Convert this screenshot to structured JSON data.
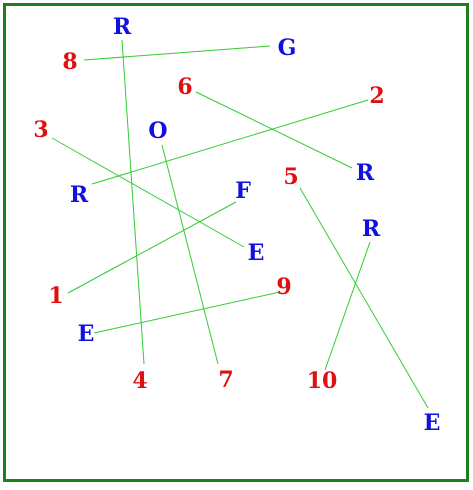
{
  "colors": {
    "frame": "#1f7f1f",
    "line": "#33cc33",
    "number": "#e01010",
    "letter": "#1010e0"
  },
  "pairs": [
    {
      "number": "8",
      "letter": "G"
    },
    {
      "number": "6",
      "letter": "R"
    },
    {
      "number": "2",
      "letter": "R"
    },
    {
      "number": "3",
      "letter": "E"
    },
    {
      "number": "1",
      "letter": "F"
    },
    {
      "number": "9",
      "letter": "E"
    },
    {
      "number": "4",
      "letter": "R"
    },
    {
      "number": "7",
      "letter": "O"
    },
    {
      "number": "10",
      "letter": "R"
    },
    {
      "number": "5",
      "letter": "E"
    }
  ]
}
